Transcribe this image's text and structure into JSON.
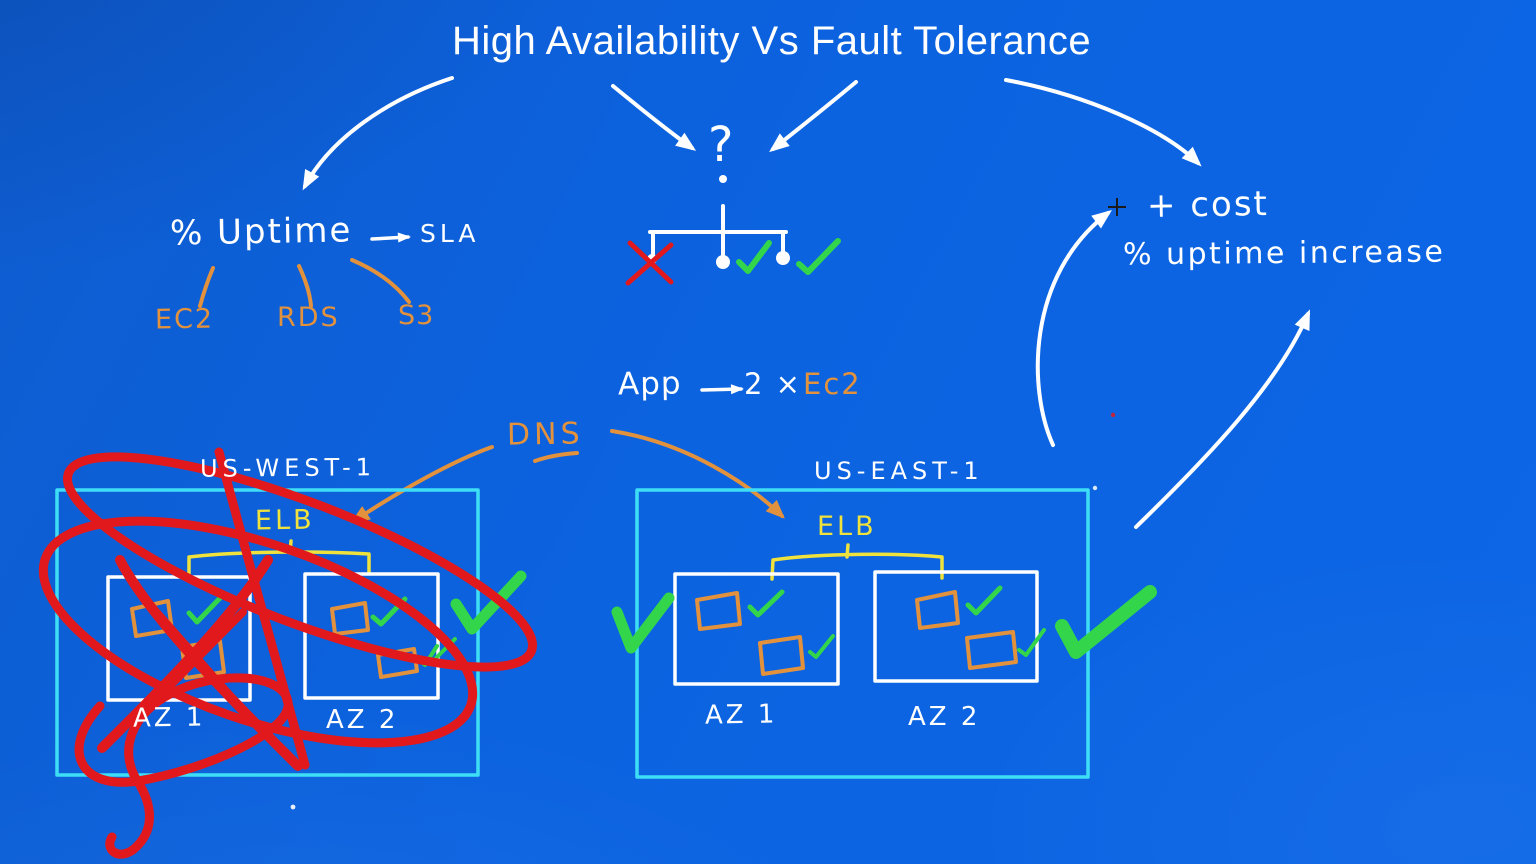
{
  "title": "High Availability Vs Fault Tolerance",
  "question_mark": "?",
  "uptime_section": {
    "label": "% Uptime",
    "sla": "SLA",
    "services": [
      "EC2",
      "RDS",
      "S3"
    ]
  },
  "cost_section": {
    "plus_cost": "+ cost",
    "uptime_increase": "% uptime increase"
  },
  "app_formula": {
    "app": "App",
    "count": "2 ×",
    "service": "Ec2"
  },
  "dns_label": "DNS",
  "regions": [
    {
      "name": "US-WEST-1",
      "elb": "ELB",
      "azs": [
        "AZ 1",
        "AZ 2"
      ],
      "status": "failed-crossed-out-red"
    },
    {
      "name": "US-EAST-1",
      "elb": "ELB",
      "azs": [
        "AZ 1",
        "AZ 2"
      ],
      "status": "healthy-green-checks"
    }
  ],
  "colors": {
    "background": "#0C63E0",
    "ink": "#FFFFFF",
    "cyan": "#3EDFF6",
    "yellow": "#EFE23C",
    "orange": "#E2913C",
    "green": "#33D54A",
    "red": "#E2191C"
  }
}
